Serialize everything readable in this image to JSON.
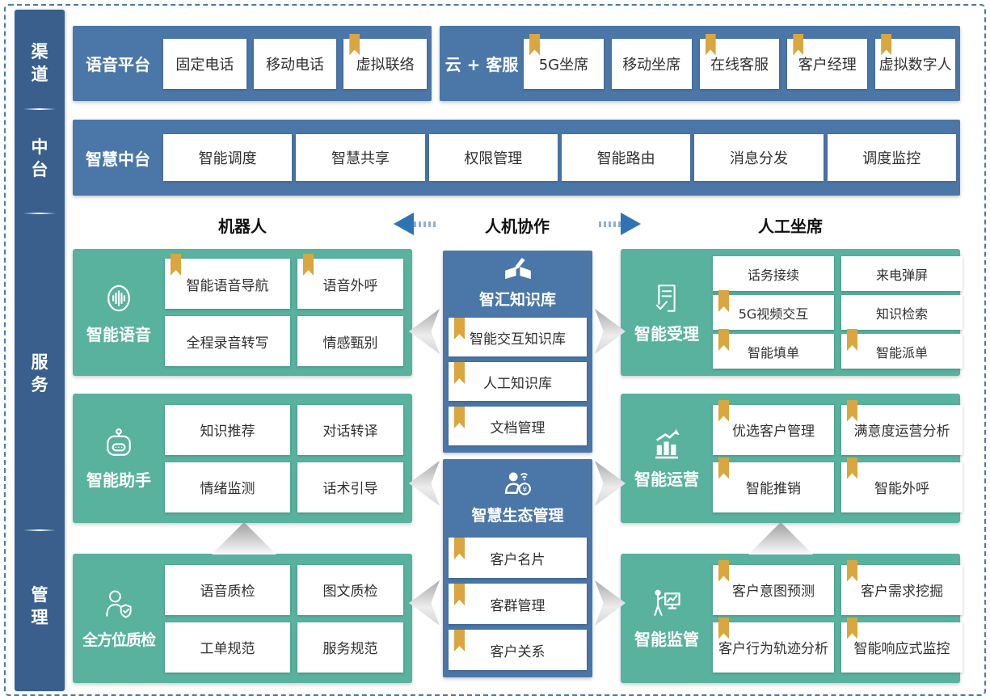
{
  "sidebar": {
    "items": [
      {
        "label": "渠道"
      },
      {
        "label": "中台"
      },
      {
        "label": "服务"
      },
      {
        "label": "管理"
      }
    ]
  },
  "channels": {
    "voice": {
      "title": "语音平台",
      "items": [
        {
          "label": "固定电话",
          "bookmark": false
        },
        {
          "label": "移动电话",
          "bookmark": false
        },
        {
          "label": "虚拟联络",
          "bookmark": true
        }
      ]
    },
    "cloud": {
      "title": "云 + 客服",
      "items": [
        {
          "label": "5G坐席",
          "bookmark": true
        },
        {
          "label": "移动坐席",
          "bookmark": false
        },
        {
          "label": "在线客服",
          "bookmark": true
        },
        {
          "label": "客户经理",
          "bookmark": true
        },
        {
          "label": "虚拟数字人",
          "bookmark": true
        }
      ]
    }
  },
  "platform": {
    "title": "智慧中台",
    "items": [
      {
        "label": "智能调度",
        "bookmark": false
      },
      {
        "label": "智慧共享",
        "bookmark": false
      },
      {
        "label": "权限管理",
        "bookmark": false
      },
      {
        "label": "智能路由",
        "bookmark": false
      },
      {
        "label": "消息分发",
        "bookmark": false
      },
      {
        "label": "调度监控",
        "bookmark": false
      }
    ]
  },
  "flow": {
    "left": "机器人",
    "center": "人机协作",
    "right": "人工坐席"
  },
  "sections": {
    "left": [
      {
        "title": "智能语音",
        "icon": "voice-wave-icon",
        "items": [
          {
            "label": "智能语音导航",
            "bookmark": true
          },
          {
            "label": "语音外呼",
            "bookmark": true
          },
          {
            "label": "全程录音转写",
            "bookmark": false
          },
          {
            "label": "情感甄别",
            "bookmark": false
          }
        ]
      },
      {
        "title": "智能助手",
        "icon": "robot-icon",
        "items": [
          {
            "label": "知识推荐",
            "bookmark": false
          },
          {
            "label": "对话转译",
            "bookmark": false
          },
          {
            "label": "情绪监测",
            "bookmark": false
          },
          {
            "label": "话术引导",
            "bookmark": false
          }
        ]
      },
      {
        "title": "全方位质检",
        "icon": "inspector-shield-icon",
        "items": [
          {
            "label": "语音质检",
            "bookmark": false
          },
          {
            "label": "图文质检",
            "bookmark": false
          },
          {
            "label": "工单规范",
            "bookmark": false
          },
          {
            "label": "服务规范",
            "bookmark": false
          }
        ]
      }
    ],
    "center": [
      {
        "title": "智汇知识库",
        "icon": "book-pen-icon",
        "items": [
          {
            "label": "智能交互知识库",
            "bookmark": true
          },
          {
            "label": "人工知识库",
            "bookmark": true
          },
          {
            "label": "文档管理",
            "bookmark": true
          }
        ]
      },
      {
        "title": "智慧生态管理",
        "icon": "person-network-icon",
        "items": [
          {
            "label": "客户名片",
            "bookmark": true
          },
          {
            "label": "客群管理",
            "bookmark": true
          },
          {
            "label": "客户关系",
            "bookmark": true
          }
        ]
      }
    ],
    "right": [
      {
        "title": "智能受理",
        "icon": "document-check-icon",
        "items": [
          {
            "label": "话务接续",
            "bookmark": false
          },
          {
            "label": "来电弹屏",
            "bookmark": false
          },
          {
            "label": "5G视频交互",
            "bookmark": true
          },
          {
            "label": "知识检索",
            "bookmark": false
          },
          {
            "label": "智能填单",
            "bookmark": true
          },
          {
            "label": "智能派单",
            "bookmark": true
          }
        ]
      },
      {
        "title": "智能运营",
        "icon": "bar-chart-trend-icon",
        "items": [
          {
            "label": "优选客户管理",
            "bookmark": true
          },
          {
            "label": "满意度运营分析",
            "bookmark": true
          },
          {
            "label": "智能推销",
            "bookmark": true
          },
          {
            "label": "智能外呼",
            "bookmark": true
          }
        ]
      },
      {
        "title": "智能监管",
        "icon": "presenter-board-icon",
        "items": [
          {
            "label": "客户意图预测",
            "bookmark": true
          },
          {
            "label": "客户需求挖掘",
            "bookmark": true
          },
          {
            "label": "客户行为轨迹分析",
            "bookmark": true
          },
          {
            "label": "智能响应式监控",
            "bookmark": true
          }
        ]
      }
    ]
  },
  "colors": {
    "sidebar_blue": "#3a5f8c",
    "bar_blue": "#4a77a8",
    "section_green": "#58b29e",
    "bookmark_gold": "#d9a63f",
    "arrow_blue": "#2e74b5",
    "border_dash_blue": "#4b7ab0"
  }
}
